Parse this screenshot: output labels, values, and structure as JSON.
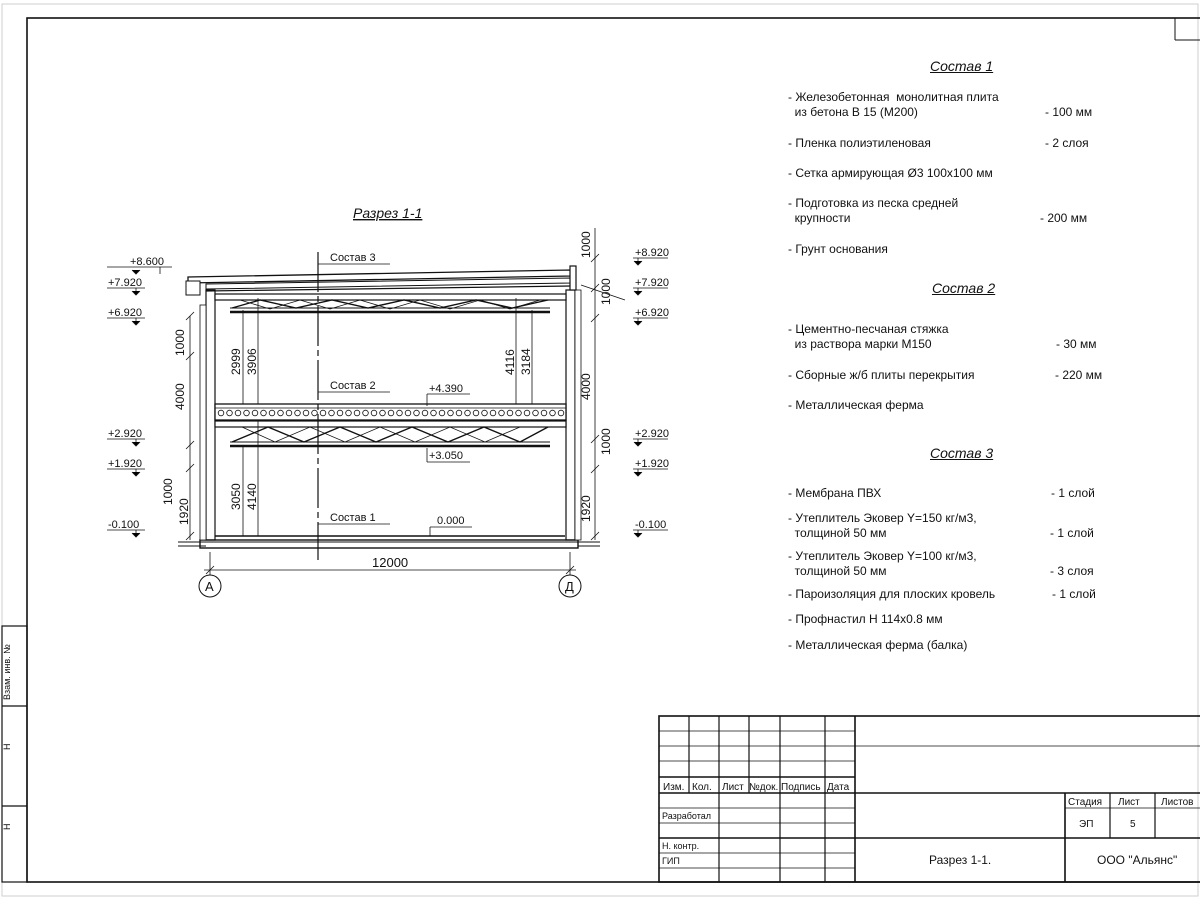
{
  "section_title": "Разрез 1-1",
  "elevations_left": [
    "+8.600",
    "+7.920",
    "+6.920",
    "+2.920",
    "+1.920",
    "-0.100"
  ],
  "elevations_right": [
    "+8.920",
    "+7.920",
    "+6.920",
    "+2.920",
    "+1.920",
    "-0.100"
  ],
  "inner_levels": {
    "slab": "+4.390",
    "truss_bottom": "+3.050",
    "floor": "0.000"
  },
  "labels": {
    "sostav3": "Состав 3",
    "sostav2": "Состав 2",
    "sostav1": "Состав 1"
  },
  "dims_left": {
    "a": "1000",
    "b": "4000",
    "c": "1000",
    "d": "1920"
  },
  "dims_inner_left": {
    "a": "2999",
    "b": "3906",
    "c": "3050",
    "d": "4140"
  },
  "dims_inner_right": {
    "a": "4116",
    "b": "3184"
  },
  "dims_right": {
    "a": "1000",
    "b": "1000",
    "c": "4000",
    "d": "1000",
    "e": "1920"
  },
  "span": "12000",
  "axes": [
    "А",
    "Д"
  ],
  "specs": [
    {
      "heading": "Состав 1",
      "items": [
        {
          "name": [
            "- Железобетонная  монолитная плита",
            "  из бетона В 15 (М200)"
          ],
          "value": "- 100 мм"
        },
        {
          "name": [
            "- Пленка полиэтиленовая"
          ],
          "value": "-  2 слоя"
        },
        {
          "name": [
            "- Сетка армирующая Ø3 100х100 мм"
          ],
          "value": ""
        },
        {
          "name": [
            "- Подготовка из песка средней",
            "  крупности"
          ],
          "value": "- 200 мм"
        },
        {
          "name": [
            "- Грунт основания"
          ],
          "value": ""
        }
      ]
    },
    {
      "heading": "Состав 2",
      "items": [
        {
          "name": [
            "- Цементно-песчаная стяжка",
            "  из раствора марки М150"
          ],
          "value": "- 30 мм"
        },
        {
          "name": [
            "- Сборные ж/б плиты перекрытия"
          ],
          "value": "- 220 мм"
        },
        {
          "name": [
            "- Металлическая ферма"
          ],
          "value": ""
        }
      ]
    },
    {
      "heading": "Состав 3",
      "items": [
        {
          "name": [
            "- Мембрана ПВХ"
          ],
          "value": "- 1 слой"
        },
        {
          "name": [
            "- Утеплитель Эковер Y=150 кг/м3,",
            "  толщиной 50 мм"
          ],
          "value": "- 1 слой"
        },
        {
          "name": [
            "- Утеплитель Эковер Y=100 кг/м3,",
            "  толщиной 50 мм"
          ],
          "value": "- 3 слоя"
        },
        {
          "name": [
            "- Пароизоляция для плоских кровель"
          ],
          "value": "- 1 слой"
        },
        {
          "name": [
            "- Профнастил Н 114х0.8 мм"
          ],
          "value": ""
        },
        {
          "name": [
            "- Металлическая ферма (балка)"
          ],
          "value": ""
        }
      ]
    }
  ],
  "title_block": {
    "cols": [
      "Изм.",
      "Кол.",
      "Лист",
      "№док.",
      "Подпись",
      "Дата"
    ],
    "roles": [
      "Разработал",
      "Н. контр.",
      "ГИП"
    ],
    "stage_head": "Стадия",
    "sheet_head": "Лист",
    "sheets_head": "Листов",
    "stage": "ЭП",
    "sheet": "5",
    "drawing_name": "Разрез  1-1.",
    "company": "ООО \"Альянс\""
  },
  "side_stamp": [
    "Взам. инв. №",
    "Н",
    "Н"
  ]
}
